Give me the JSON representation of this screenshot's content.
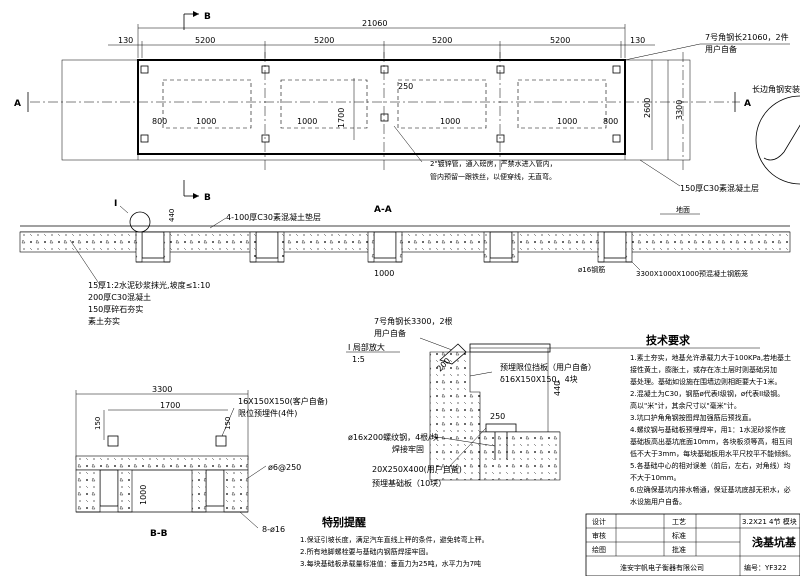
{
  "plan": {
    "section_mark_b": "B",
    "section_mark_a": "A",
    "total_length": "21060",
    "edge_offset": "130",
    "spans": [
      "5200",
      "5200",
      "5200",
      "5200"
    ],
    "width": "3300",
    "inner_width": "2600",
    "pit_depth": "1700",
    "side_800": "800",
    "pit_1000": "1000",
    "dim_250": "250",
    "angle_note": "7号角钢长21060，2件",
    "angle_note_2": "用户自备",
    "pipe_note_1": "2\"镀锌管，通入磅房，严禁水进入管内，",
    "pipe_note_2": "管内预留一跟铁丝，以便穿线，无直弯。",
    "concrete_layer": "150厚C30素混凝土层",
    "long_angle_title": "长边角钢安装放"
  },
  "section_aa": {
    "title": "A-A",
    "callout": "I",
    "dim_440": "440",
    "layer_top": "4-100厚C30素混凝土垫层",
    "ground": "地面",
    "rebar": "ø16钢筋",
    "pit_size": "3300X1000X1000预混凝土钢筋笼",
    "dim_1000": "1000",
    "layers": [
      "15厚1:2水泥砂浆抹光,坡度≤1:10",
      "200厚C30混凝土",
      "150厚碎石夯实",
      "素土夯实"
    ]
  },
  "detail_i": {
    "title": "I 局部放大",
    "scale": "1:5",
    "angle": "7号角钢长3300，2根",
    "angle_2": "用户自备",
    "limit_plate": "预埋限位挡板（用户自备）",
    "plate_spec": "δ16X150X150，4块",
    "dim_200": "200",
    "dim_440": "440",
    "dim_250": "250",
    "bolt": "ø16x200螺纹钢，4根/块",
    "weld": "焊接牢固",
    "base_plate": "20X250X400(用户自备)",
    "base_plate_2": "预埋基础板（10块）"
  },
  "section_bb": {
    "title": "B-B",
    "width": "3300",
    "dim_1700": "1700",
    "dim_150": "150",
    "dim_1000": "1000",
    "plate_note": "16X150X150(客户自备)",
    "plate_note_2": "限位预埋件(4件)",
    "rebar_ring": "ø6@250",
    "rebar_main": "8-ø16"
  },
  "special_notes": {
    "title": "特别提醒",
    "items": [
      "1.保证引坡长度，满足汽车直线上秤的条件，避免转弯上秤。",
      "2.所有地脚螺栓要与基础内钢筋焊接牢固。",
      "3.每块基础板承载量标准值：垂直力为25吨，水平力为7吨"
    ]
  },
  "tech_req": {
    "title": "技术要求",
    "items": [
      "1.素土夯实，地基允许承载力大于100KPa,若地基土",
      "接性黄土，膨胀土，或存在冻土层时则基础另加",
      "基处理。基础如设施在围墙边则相距要大于1米。",
      "2.混凝土为C30，钢筋ø代表I级钢，ø代表II级钢。",
      "高以\"米\"计，其余尺寸以\"毫米\"计。",
      "3.坑口护角角钢按图焊加强筋后预找直。",
      "4.螺纹钢与基础板预埋焊牢，用1：1水泥砂浆作底",
      "基础板高出基坑底面10mm，各块板须等高，相互间",
      "低不大于3mm，每块基础板用水平尺校平不能倾斜。",
      "5.各基础中心的相对误差（前后，左右，对角线）均",
      "不大于10mm。",
      "6.应确保基坑内排水畅通，保证基坑底部无积水，必",
      "水设施用户自备。"
    ]
  },
  "title_block": {
    "design": "设计",
    "review": "审核",
    "drawing": "绘图",
    "process": "工艺",
    "standard": "标准",
    "approve": "批准",
    "spec": "3.2X21 4节 模块",
    "drawing_title": "浅基坑基",
    "company": "淮安宇帆电子衡器有限公司",
    "code": "编号：YF322"
  }
}
